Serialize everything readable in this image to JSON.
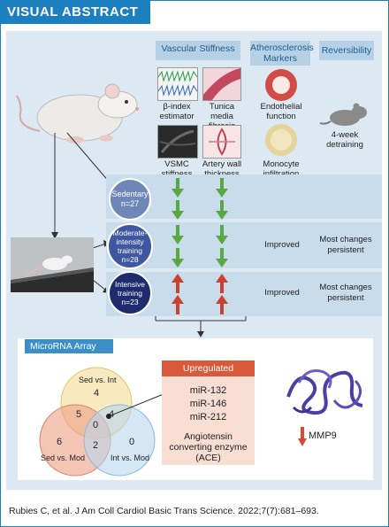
{
  "header": {
    "tag": "VISUAL ABSTRACT"
  },
  "columns": {
    "vascular": "Vascular Stiffness",
    "athero": "Atherosclerosis Markers",
    "reversibility": "Reversibility"
  },
  "measures": {
    "beta_index": "β-index estimator",
    "tunica": "Tunica media fibrosis",
    "endothelial": "Endothelial function",
    "vsmc": "VSMC stiffness",
    "wall": "Artery wall thickness",
    "monocyte": "Monocyte infiltration",
    "detraining": "4-week detraining"
  },
  "groups": [
    {
      "name": "Sedentary",
      "n": "n=27",
      "athero": "",
      "reversibility": ""
    },
    {
      "name": "Moderate-intensity training",
      "n": "n=28",
      "athero": "Improved",
      "reversibility": "Most changes persistent"
    },
    {
      "name": "Intensive training",
      "n": "n=23",
      "athero": "Improved",
      "reversibility": "Most changes persistent"
    }
  ],
  "microrna": {
    "title": "MicroRNA Array",
    "venn": {
      "sets": [
        "Sed vs. Int",
        "Sed vs. Mod",
        "Int vs. Mod"
      ],
      "counts": {
        "int_only": "4",
        "mod_only": "6",
        "intmod_only": "0",
        "sed_int_mod": "5",
        "int_intmod": "4",
        "mod_intmod": "2",
        "all": "0"
      }
    },
    "upregulated": {
      "title": "Upregulated",
      "items": [
        "miR-132",
        "miR-146",
        "miR-212"
      ],
      "gene": "Angiotensin converting enzyme (ACE)"
    },
    "target": "MMP9"
  },
  "citation": "Rubies C, et al. J Am Coll Cardiol Basic Trans Science. 2022;7(7):681–693.",
  "colors": {
    "accent": "#1b7fc0",
    "panel": "#dce9f3",
    "sedentary": "#6f86b8",
    "moderate": "#3f57a0",
    "intensive": "#1e2c6e",
    "arrow_green": "#5aa844",
    "arrow_red": "#c9412f",
    "upregulated": "#d95a3a"
  }
}
